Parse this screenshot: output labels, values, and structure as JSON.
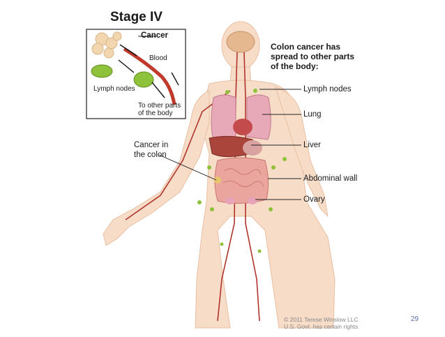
{
  "title": "Stage IV",
  "inset": {
    "cancer_label": "Cancer",
    "blood_label": "Blood",
    "lymph_nodes_label": "Lymph nodes",
    "to_other_parts_line1": "To other parts",
    "to_other_parts_line2": "of the body"
  },
  "header": {
    "line1": "Colon cancer has",
    "line2": "spread to other parts",
    "line3": "of the body:"
  },
  "labels": {
    "lymph_nodes": "Lymph nodes",
    "lung": "Lung",
    "liver": "Liver",
    "abdominal_wall": "Abdominal wall",
    "ovary": "Ovary",
    "cancer_in_colon_line1": "Cancer in",
    "cancer_in_colon_line2": "the colon"
  },
  "copyright": {
    "line1": "© 2011 Terese Winslow LLC",
    "line2": "U.S. Govt. has certain rights"
  },
  "page_number": "29",
  "colors": {
    "skin": "#f6d6bf",
    "lung": "#e7a9b8",
    "liver": "#b5453b",
    "colon": "#e9a09a",
    "lymph_node": "#8fc23b",
    "vessel": "#b0332c"
  }
}
